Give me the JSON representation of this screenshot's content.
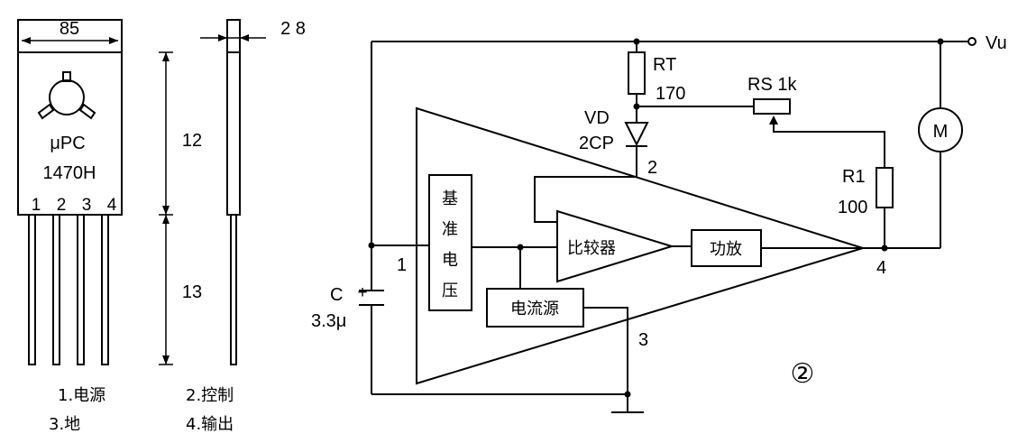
{
  "package": {
    "width_dim": "85",
    "part_line1": "μPC",
    "part_line2": "1470H",
    "pins": [
      "1",
      "2",
      "3",
      "4"
    ],
    "thickness_dim": "2 8",
    "upper_height_dim": "12",
    "lower_height_dim": "13",
    "legend": {
      "pin1": "1.电源",
      "pin2": "2.控制",
      "pin3": "3.地",
      "pin4": "4.输出"
    }
  },
  "circuit": {
    "supply_label": "Vu",
    "rt_label": "RT",
    "rt_value": "170",
    "rs_label": "RS 1k",
    "vd_label": "VD",
    "vd_value": "2CP",
    "r1_label": "R1",
    "r1_value": "100",
    "motor_label": "M",
    "cap_label": "C",
    "cap_value": "3.3μ",
    "cap_plus": "+",
    "ref_block_chars": [
      "基",
      "准",
      "电",
      "压"
    ],
    "comparator_label": "比较器",
    "amp_label": "功放",
    "current_source_label": "电流源",
    "pin1_label": "1",
    "pin2_label": "2",
    "pin3_label": "3",
    "pin4_label": "4",
    "figure_number": "②"
  }
}
